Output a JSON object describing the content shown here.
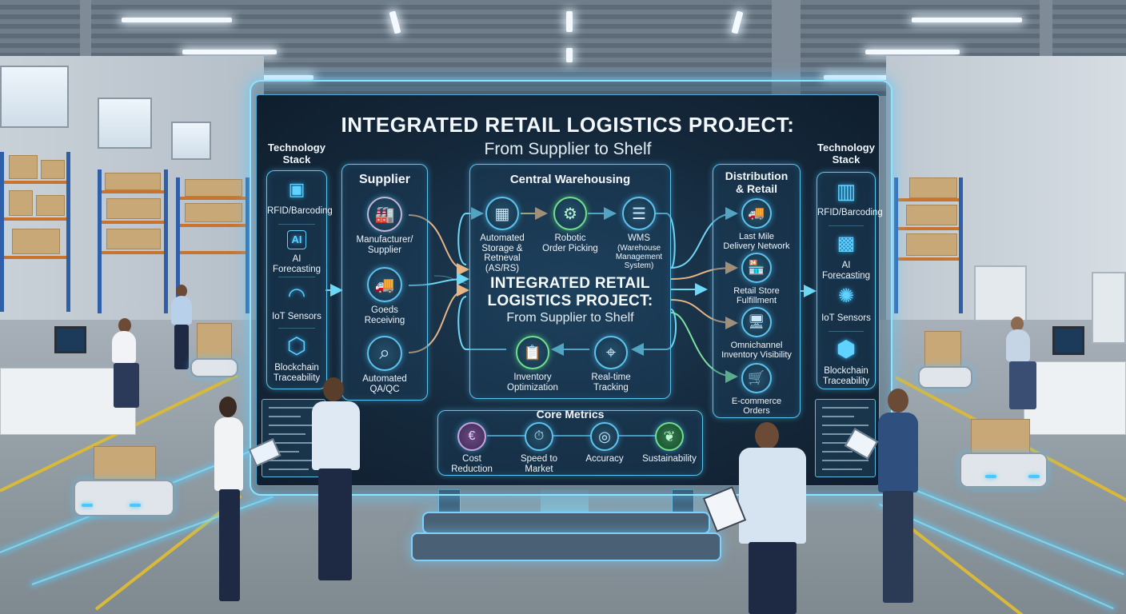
{
  "scene": {
    "description": "Warehouse interior with a holographic logistics dashboard on a stand; four people viewing it; autonomous mobile robots carrying boxes; office desks and pallet racks in background",
    "colors": {
      "hologram_accent": "#5cc4ee",
      "panel_bg": "#15293c",
      "flow_orange": "#e8b585",
      "flow_cyan": "#6fd8f5",
      "flow_green": "#7fe3a0",
      "rack_blue": "#2f5fa8",
      "rack_orange": "#c9742d",
      "floor_line_yellow": "#d8b93a"
    }
  },
  "dashboard": {
    "title": "INTEGRATED RETAIL LOGISTICS PROJECT:",
    "subtitle": "From Supplier to Shelf",
    "tech_stack_left": {
      "label_line1": "Technology",
      "label_line2": "Stack",
      "items": [
        {
          "label": "RFID/Barcoding",
          "icon": "rfid-scan-icon",
          "glyph": "▣"
        },
        {
          "label": "AI Forecasting",
          "icon": "ai-chip-icon",
          "glyph": "AI"
        },
        {
          "label": "IoT Sensors",
          "icon": "wifi-icon",
          "glyph": "◠"
        },
        {
          "label_line1": "Blockchain",
          "label_line2": "Traceability",
          "icon": "blockchain-hexagon-icon",
          "glyph": "⬡"
        }
      ]
    },
    "supplier": {
      "title": "Supplier",
      "items": [
        {
          "line1": "Manufacturer/",
          "line2": "Supplier",
          "icon": "factory-icon",
          "glyph": "🏭"
        },
        {
          "line1": "Goeds",
          "line2": "Receiving",
          "icon": "delivery-truck-icon",
          "glyph": "🚚"
        },
        {
          "line1": "Automated",
          "line2": "QA/QC",
          "icon": "magnifier-check-icon",
          "glyph": "⌕"
        }
      ]
    },
    "central_warehousing": {
      "title": "Central Warehousing",
      "top_nodes": [
        {
          "line1": "Automated",
          "line2": "Storage &",
          "line3": "Retneval (AS/RS)",
          "icon": "storage-rack-icon",
          "glyph": "▦"
        },
        {
          "line1": "Robotic",
          "line2": "Order Picking",
          "icon": "robot-arm-icon",
          "glyph": "⚙"
        },
        {
          "line1": "WMS",
          "line2": "(Warehouse",
          "line3": "Management",
          "line4": "System)",
          "icon": "server-icon",
          "glyph": "☰"
        }
      ],
      "center_title_line1": "INTEGRATED RETAIL",
      "center_title_line2": "LOGISTICS PROJECT:",
      "center_subtitle": "From Supplier to Shelf",
      "bottom_nodes": [
        {
          "line1": "Inventory",
          "line2": "Optimization",
          "icon": "clipboard-check-icon",
          "glyph": "📋"
        },
        {
          "line1": "Real-time",
          "line2": "Tracking",
          "icon": "map-pin-icon",
          "glyph": "⌖"
        }
      ]
    },
    "distribution_retail": {
      "title_line1": "Distribution",
      "title_line2": "& Retail",
      "items": [
        {
          "line1": "Last Mile",
          "line2": "Delivery Network",
          "icon": "delivery-truck-icon",
          "glyph": "🚚"
        },
        {
          "line1": "Retail Store",
          "line2": "Fulfillment",
          "icon": "storefront-icon",
          "glyph": "🏪"
        },
        {
          "line1": "Omnichannel",
          "line2": "Inventory Visibility",
          "icon": "devices-icon",
          "glyph": "🖥"
        },
        {
          "line1": "E-commerce",
          "line2": "Orders",
          "icon": "shopping-cart-icon",
          "glyph": "🛒"
        }
      ]
    },
    "tech_stack_right": {
      "label_line1": "Technology",
      "label_line2": "Stack",
      "items": [
        {
          "label": "RFID/Barcoding",
          "icon": "barcode-icon",
          "glyph": "▥"
        },
        {
          "label": "AI Forecasting",
          "icon": "circuit-chip-icon",
          "glyph": "▩"
        },
        {
          "label": "IoT Sensors",
          "icon": "sensor-network-icon",
          "glyph": "✺"
        },
        {
          "label_line1": "Blockchain",
          "label_line2": "Traceability",
          "icon": "blockchain-network-icon",
          "glyph": "⬢"
        }
      ]
    },
    "core_metrics": {
      "title": "Core Metrics",
      "items": [
        {
          "line1": "Cost",
          "line2": "Reduction",
          "icon": "coins-icon",
          "glyph": "€",
          "color": "#b48ad0"
        },
        {
          "line1": "Speed to",
          "line2": "Market",
          "icon": "stopwatch-icon",
          "glyph": "⏱",
          "color": "#4fb7e8"
        },
        {
          "line1": "Accuracy",
          "line2": "",
          "icon": "target-icon",
          "glyph": "◎",
          "color": "#4fb7e8"
        },
        {
          "line1": "Sustainability",
          "line2": "",
          "icon": "leaves-icon",
          "glyph": "❦",
          "color": "#5fcf86"
        }
      ]
    }
  }
}
